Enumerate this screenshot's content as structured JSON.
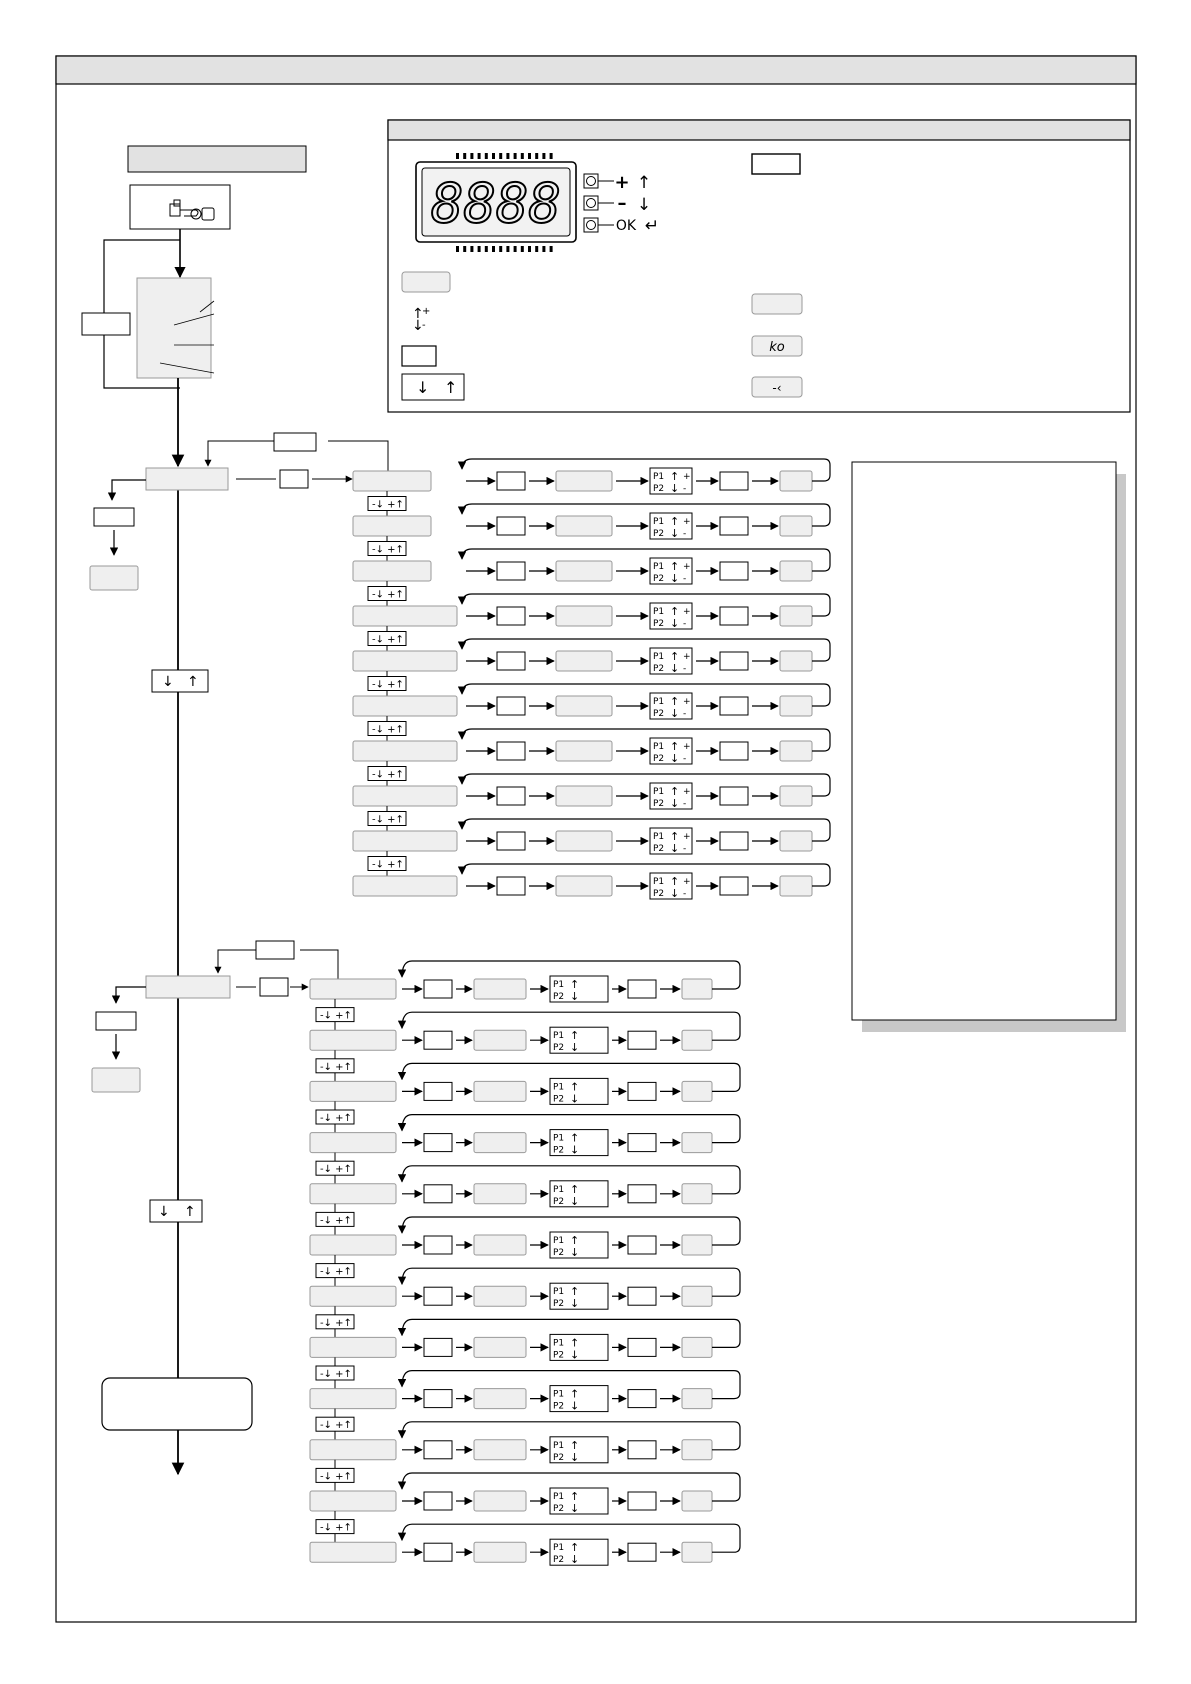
{
  "display": {
    "digits": "8888",
    "keys": [
      {
        "sign": "+",
        "arrow": "↑"
      },
      {
        "sign": "–",
        "arrow": "↓"
      },
      {
        "sign": "OK",
        "arrow": "↵"
      }
    ]
  },
  "legend": {
    "plus_label": "+",
    "minus_label": "-",
    "ko_label": "ko",
    "enter_label": "-‹"
  },
  "menu": {
    "step_label": "-↓ +↑",
    "p1_label": "P1",
    "p2_label": "P2",
    "plus_sign": "+",
    "minus_sign": "-",
    "section_a_rows": 10,
    "section_b_rows": 12
  },
  "colors": {
    "line": "#000000",
    "box_fill": "#efefef",
    "box_stroke": "#9a9a9a",
    "header_fill": "#e2e2e2",
    "lcd_fill": "#f2f2f2",
    "shadow": "#c8c8c8"
  },
  "icons": {
    "hand_key": "hand-key-icon",
    "arrow_up": "arrow-up-icon",
    "arrow_down": "arrow-down-icon",
    "enter": "enter-icon"
  }
}
